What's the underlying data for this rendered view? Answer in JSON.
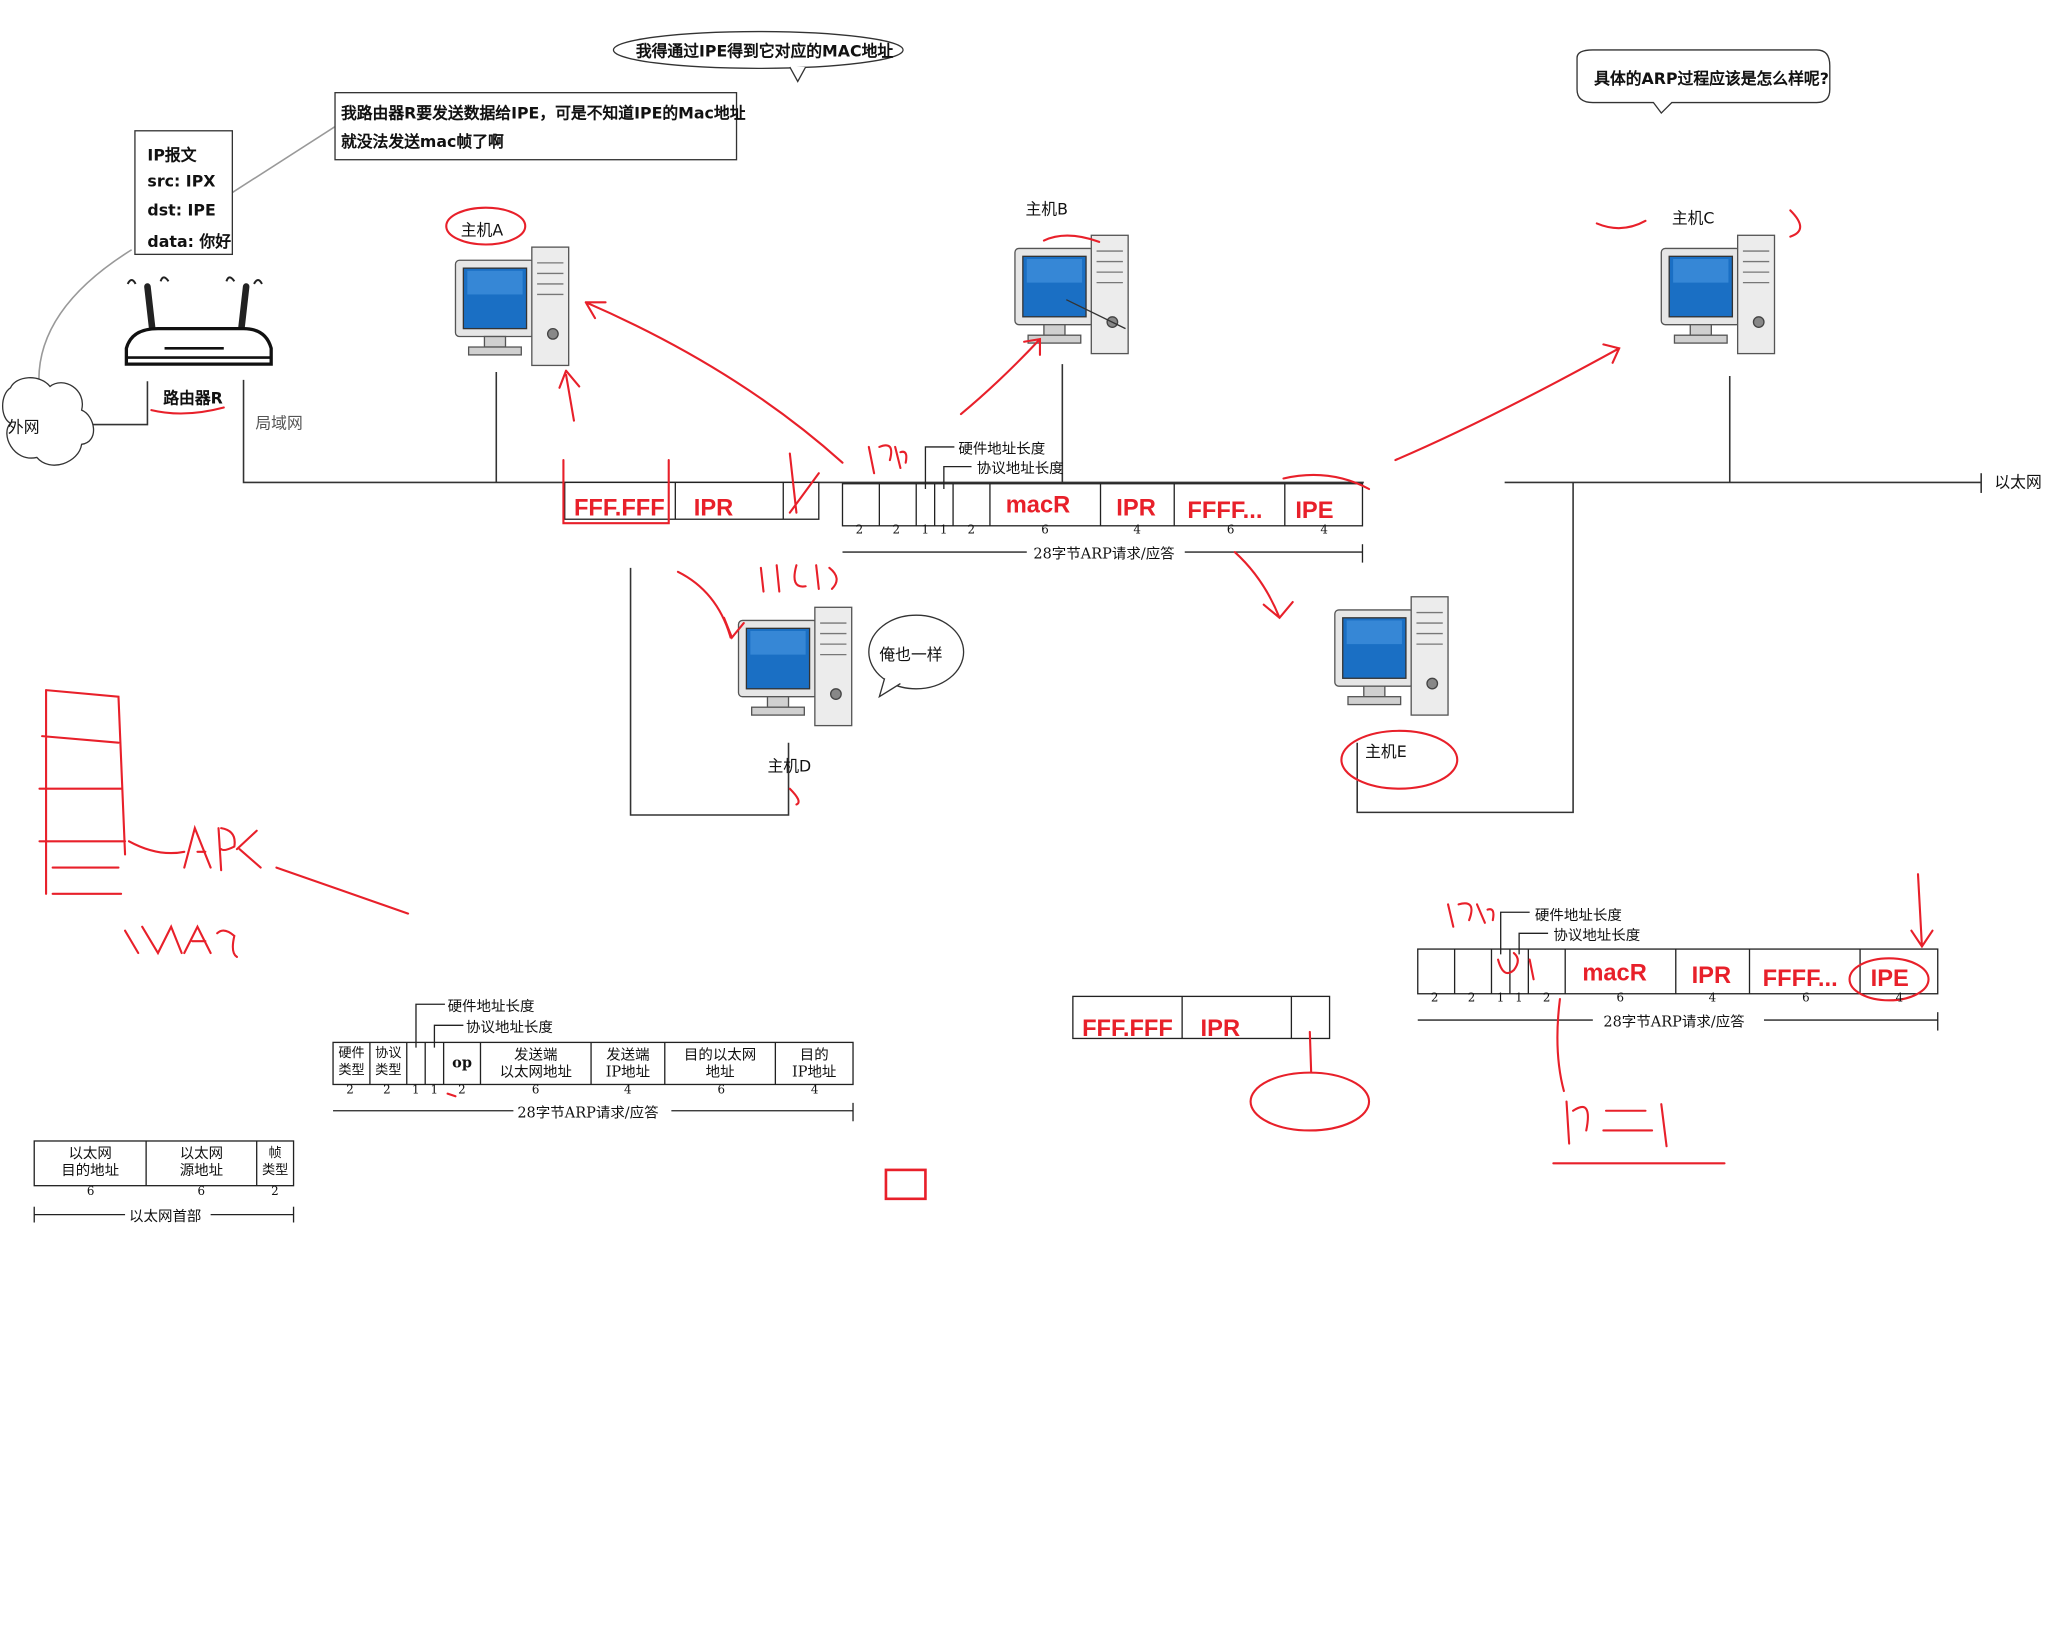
{
  "bubbles": {
    "mac_question": "我得通过IPE得到它对应的MAC地址",
    "arp_process": "具体的ARP过程应该是怎么样呢?",
    "router_note_line1": "我路由器R要发送数据给IPE，可是不知道IPE的Mac地址",
    "router_note_line2": "就没法发送mac帧了啊",
    "host_d_reply": "俺也一样"
  },
  "ip_packet": {
    "title": "IP报文",
    "src": "src:  IPX",
    "dst": "dst:  IPE",
    "data": "data: 你好"
  },
  "network": {
    "outer_net": "外网",
    "router": "路由器R",
    "lan": "局域网",
    "ethernet": "以太网"
  },
  "hosts": {
    "a": "主机A",
    "b": "主机B",
    "c": "主机C",
    "d": "主机D",
    "e": "主机E"
  },
  "arp_frame": {
    "hw_len": "硬件地址长度",
    "proto_len": "协议地址长度",
    "eth_dst": "FFF.FFF",
    "eth_src": "IPR",
    "sender_mac": "macR",
    "sender_ip": "IPR",
    "target_mac": "FFFF...",
    "target_ip": "IPE",
    "sizes": [
      "2",
      "2",
      "1",
      "1",
      "2",
      "6",
      "4",
      "6",
      "4"
    ],
    "total": "28字节ARP请求/应答"
  },
  "arp_format": {
    "hw_len": "硬件地址长度",
    "proto_len": "协议地址长度",
    "cells": [
      "硬件\n类型",
      "协议\n类型",
      "",
      "",
      "op",
      "发送端\n以太网地址",
      "发送端\nIP地址",
      "目的以太网\n地址",
      "目的\nIP地址"
    ],
    "sizes": [
      "2",
      "2",
      "1",
      "1",
      "2",
      "6",
      "4",
      "6",
      "4"
    ],
    "total": "28字节ARP请求/应答"
  },
  "eth_header": {
    "cells": [
      "以太网\n目的地址",
      "以太网\n源地址",
      "帧\n类型"
    ],
    "sizes": [
      "6",
      "6",
      "2"
    ],
    "total": "以太网首部"
  },
  "colors": {
    "annotation": "#e8202a",
    "monitor_screen": "#1a6fc4"
  }
}
